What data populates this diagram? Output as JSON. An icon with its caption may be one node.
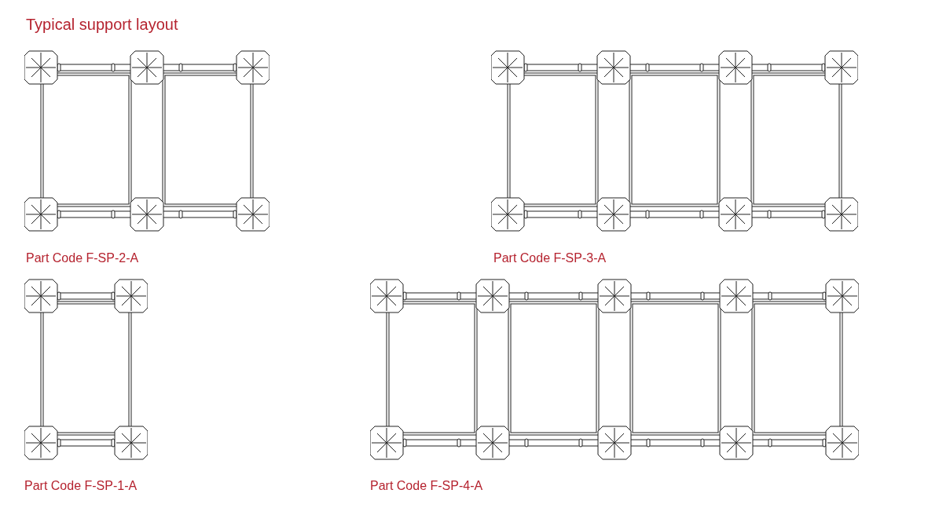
{
  "diagram": {
    "title": "Typical support layout",
    "labels": [
      "Part Code F-SP-2-A",
      "Part Code F-SP-3-A",
      "Part Code F-SP-1-A",
      "Part Code F-SP-4-A"
    ]
  }
}
